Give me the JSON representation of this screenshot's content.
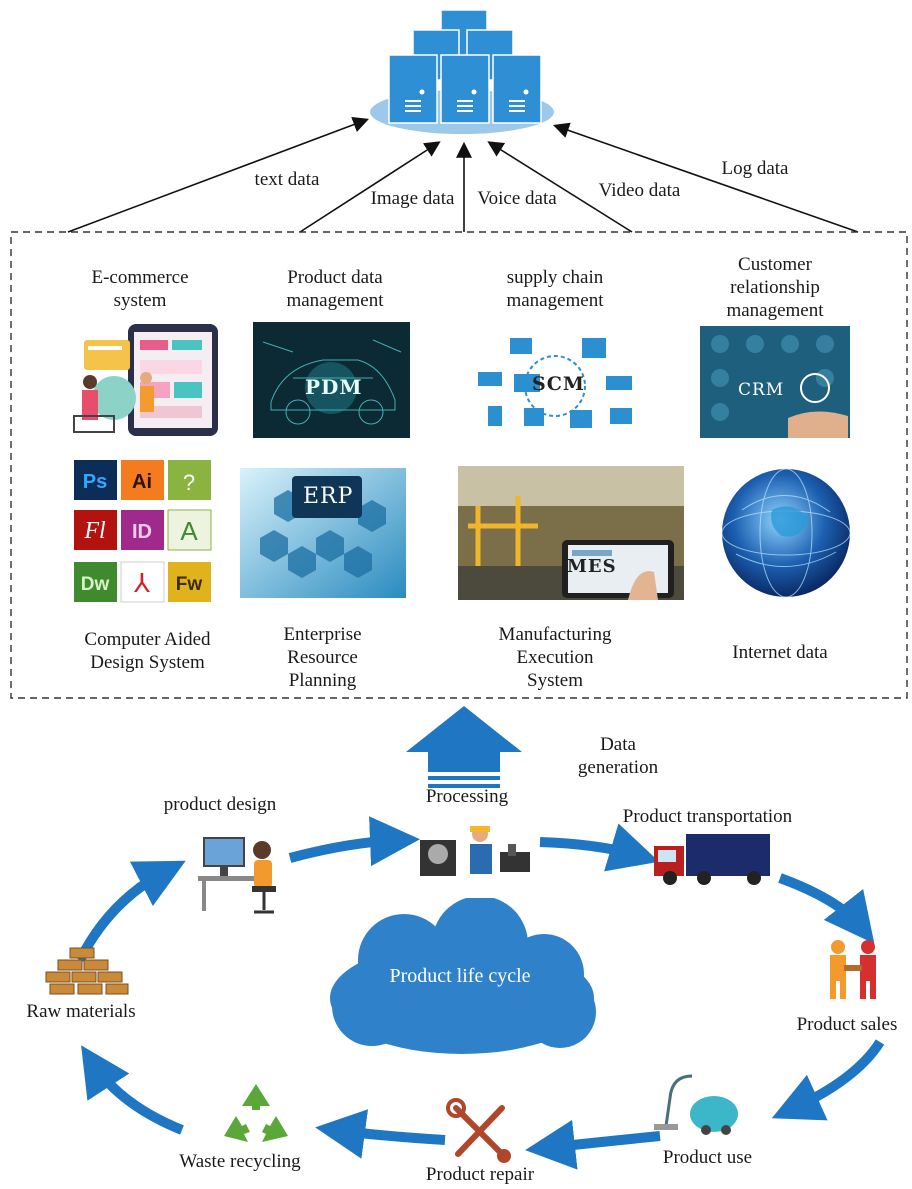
{
  "storage": {
    "arrows": [
      "text data",
      "Image data",
      "Voice data",
      "Video data",
      "Log data"
    ]
  },
  "systems": {
    "row1": [
      {
        "label": "E-commerce\nsystem"
      },
      {
        "label": "Product data\nmanagement",
        "tile_text": "PDM"
      },
      {
        "label": "supply chain\nmanagement",
        "tile_text": "SCM"
      },
      {
        "label": "Customer\nrelationship\nmanagement",
        "tile_text": "CRM"
      }
    ],
    "row2": [
      {
        "label": "Computer Aided\nDesign System",
        "tile_icons": [
          "Ps",
          "Ai",
          "Fl",
          "ID",
          "Dw",
          "Fw"
        ]
      },
      {
        "label": "Enterprise\nResource\nPlanning",
        "tile_text": "ERP"
      },
      {
        "label": "Manufacturing\nExecution\nSystem",
        "tile_text": "MES"
      },
      {
        "label": "Internet data"
      }
    ]
  },
  "data_generation": "Data\ngeneration",
  "lifecycle": {
    "center": "Product life cycle",
    "stages": [
      "product design",
      "Processing",
      "Product transportation",
      "Product sales",
      "Product use",
      "Product repair",
      "Waste recycling",
      "Raw materials"
    ]
  },
  "colors": {
    "arrow_blue": "#1f77c4",
    "server_blue": "#2f8fd4",
    "platform": "#9cc9ea",
    "cloud": "#2f82c9"
  }
}
